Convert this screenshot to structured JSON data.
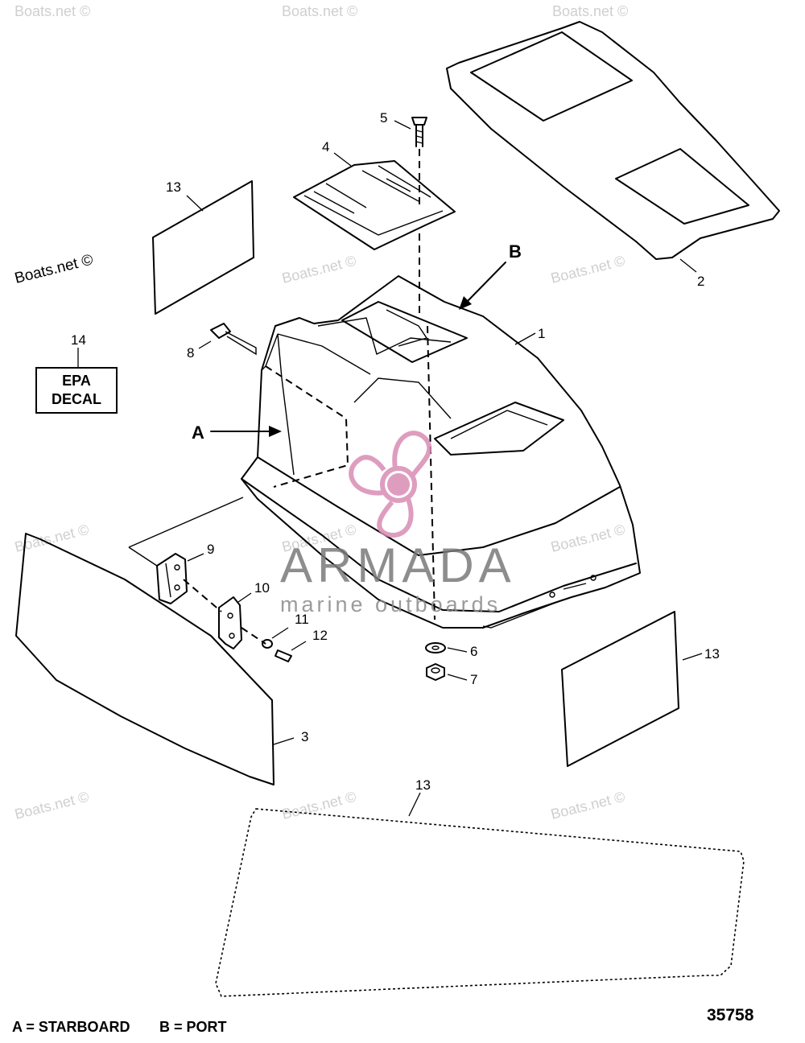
{
  "watermarks": [
    "Boats.net ©"
  ],
  "callouts": {
    "c1": "1",
    "c2": "2",
    "c3": "3",
    "c4": "4",
    "c5": "5",
    "c6": "6",
    "c7": "7",
    "c8": "8",
    "c9": "9",
    "c10": "10",
    "c11": "11",
    "c12": "12",
    "c13": "13",
    "c14": "14"
  },
  "view_labels": {
    "a": "A",
    "b": "B"
  },
  "epa_decal": {
    "line1": "EPA",
    "line2": "DECAL"
  },
  "logo": {
    "word": "ARMADA",
    "tagline": "marine outboards",
    "color": "#d98cb5"
  },
  "legend": {
    "starboard": "A = STARBOARD",
    "port": "B = PORT"
  },
  "figure_number": "35758"
}
